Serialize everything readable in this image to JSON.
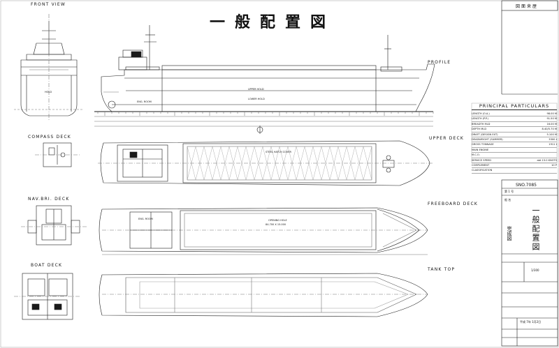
{
  "sheet": {
    "title": "一般配置図",
    "stamp": "図面来歴",
    "drawing_no": "SNO.7085"
  },
  "views": {
    "front_view": "FRONT VIEW",
    "profile": "PROFILE",
    "compass_deck": "COMPASS DECK",
    "upper_deck": "UPPER DECK",
    "nav_bri_deck": "NAV.BRI. DECK",
    "freeboard_deck": "FREEBOARD DECK",
    "boat_deck": "BOAT DECK",
    "tank_top": "TANK TOP"
  },
  "labels": {
    "upper_hold": "UPPER HOLD",
    "lower_hold": "LOWER HOLD",
    "hold": "HOLD",
    "opening_hole": "OPENING HOLE",
    "opening_dims": "84.700 X 15.000",
    "steel_hatch": "STEEL HATCH COVER",
    "eng_room": "ENG. ROOM"
  },
  "particulars": {
    "heading": "PRINCIPAL PARTICULARS",
    "rows": [
      {
        "k": "LENGTH (O.A.)",
        "v": "98.00 M"
      },
      {
        "k": "LENGTH (P.P.)",
        "v": "91.50 M"
      },
      {
        "k": "BREADTH MLD",
        "v": "16.00 M"
      },
      {
        "k": "DEPTH MLD",
        "v": "8.40/5.70 M"
      },
      {
        "k": "DRAFT (DESIGN EXT)",
        "v": "5.100 M"
      },
      {
        "k": "DEADWEIGHT (SUMMER)",
        "v": "3300 t"
      },
      {
        "k": "GROSS TONNAGE",
        "v": "1911 t"
      },
      {
        "k": "MAIN ENGINE",
        "v": ""
      },
      {
        "k": "M.C.O.",
        "v": ""
      },
      {
        "k": "SERVICE SPEED",
        "v": "abt 13.0 KNOTS"
      },
      {
        "k": "COMPLEMENT",
        "v": "10 P"
      },
      {
        "k": "CLASSIFICATION",
        "v": ""
      }
    ]
  },
  "title_block": {
    "no1": "第 1 号",
    "name": "船 名",
    "vertical_title": "一般配置図",
    "completed": "完成図",
    "scale": "1/300",
    "date": "平成 7年 1月2日"
  },
  "colors": {
    "line": "#1a1a1a",
    "faint": "#777777"
  }
}
